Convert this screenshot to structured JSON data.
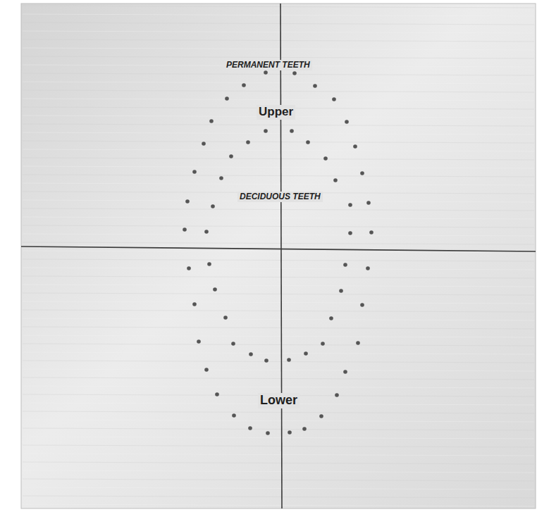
{
  "diagram": {
    "labels": [
      "PERMANENT TEETH",
      "Upper",
      "DECIDUOUS TEETH",
      "Lower"
    ]
  }
}
